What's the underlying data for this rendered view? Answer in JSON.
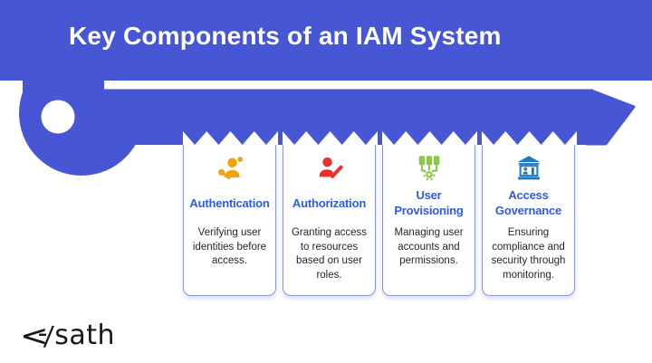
{
  "header": {
    "title": "Key Components of an IAM System"
  },
  "colors": {
    "brand_blue": "#4656D4",
    "card_border": "#8A96E4",
    "title_blue": "#2F5BE3",
    "body_text": "#23262E",
    "background": "#FFFFFF",
    "logo_color": "#16181C"
  },
  "cards": [
    {
      "icon": "user-key-icon",
      "icon_color": "#F2A20D",
      "title": "Authentication",
      "description": "Verifying user identities before access."
    },
    {
      "icon": "user-edit-icon",
      "icon_color": "#E8332B",
      "title": "Authorization",
      "description": "Granting access to resources based on user roles."
    },
    {
      "icon": "provisioning-icon",
      "icon_color": "#8DC63F",
      "title": "User Provisioning",
      "description": "Managing user accounts and permissions."
    },
    {
      "icon": "governance-icon",
      "icon_color": "#1D79C2",
      "title": "Access Governance",
      "description": "Ensuring compliance and security through monitoring."
    }
  ],
  "logo": {
    "chevron": "<",
    "dash": "-",
    "slash": "/",
    "name": "sath"
  }
}
